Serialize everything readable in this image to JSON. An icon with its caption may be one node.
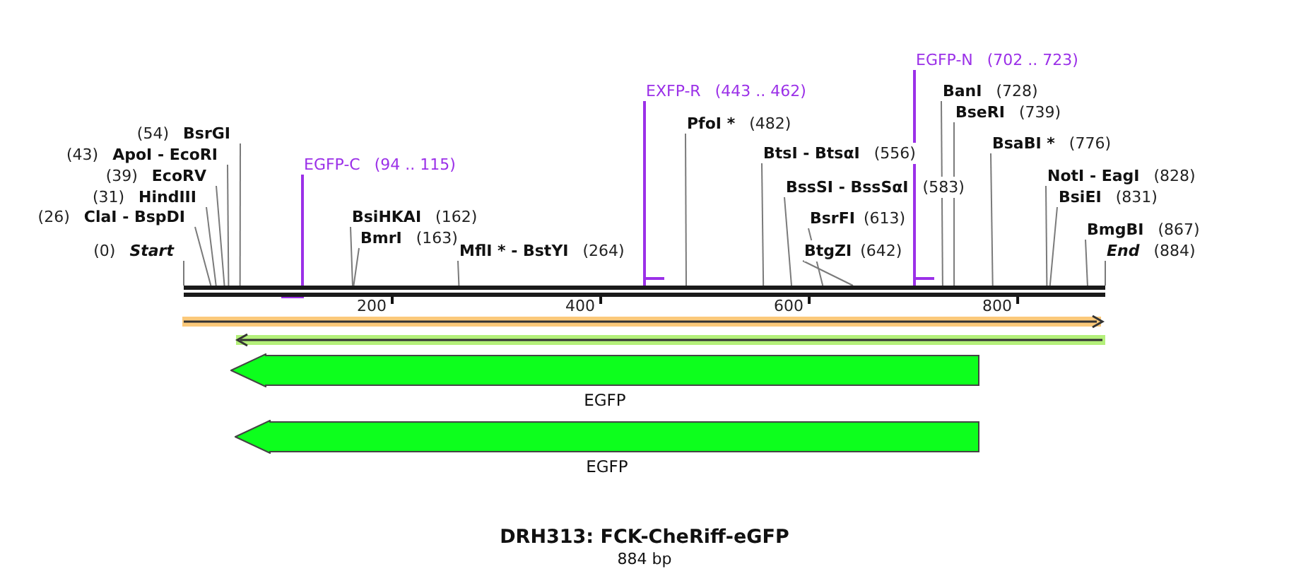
{
  "diagram": {
    "title": "DRH313: FCK-CheRiff-eGFP",
    "caption": "884 bp",
    "nodes": [
      {
        "text": [],
        "shape": "bar"
      },
      {
        "text": [
          "(0)",
          "Start"
        ]
      },
      {
        "text": [
          "(26)",
          "ClaI - BspDI"
        ]
      },
      {
        "text": [
          "(31)",
          "HindIII"
        ]
      },
      {
        "text": [
          "(39)",
          "EcoRV"
        ]
      },
      {
        "text": [
          "(43)",
          "ApoI - EcoRI"
        ]
      },
      {
        "text": [
          "(54)",
          "BsrGI"
        ]
      },
      {
        "text": [
          "EGFP-C",
          "(94 .. 115)"
        ]
      },
      {
        "text": [
          "BsiHKAI",
          "(162)"
        ]
      },
      {
        "text": [
          "BmrI",
          "(163)"
        ]
      },
      {
        "text": [
          "MflI * - BstYI",
          "(264)"
        ]
      },
      {
        "text": [
          "EXFP-R",
          "(443 .. 462)"
        ]
      },
      {
        "text": [
          "PfoI *",
          "(482)"
        ]
      },
      {
        "text": [
          "BtsI - BtsαI",
          "(556)"
        ]
      },
      {
        "text": [
          "BssSI - BssSαI",
          "(583)"
        ]
      },
      {
        "text": [
          "BsrFI",
          "(613)"
        ]
      },
      {
        "text": [
          "BtgZI",
          "(642)"
        ]
      },
      {
        "text": [
          "EGFP-N",
          "(702 .. 723)"
        ]
      },
      {
        "text": [
          "BanI",
          "(728)"
        ]
      },
      {
        "text": [
          "BseRI",
          "(739)"
        ]
      },
      {
        "text": [
          "BsaBI *",
          "(776)"
        ]
      },
      {
        "text": [
          "NotI - EagI",
          "(828)"
        ]
      },
      {
        "text": [
          "BsiEI",
          "(831)"
        ]
      },
      {
        "text": [
          "BmgBI",
          "(867)"
        ]
      },
      {
        "text": [
          "End",
          "(884)"
        ]
      },
      {
        "text": [
          "EGFP"
        ]
      },
      {
        "text": [
          "EGFP"
        ]
      }
    ],
    "edges": [
      {
        "from": 1,
        "to": 0,
        "arrow": "none"
      },
      {
        "from": 2,
        "to": 0,
        "arrow": "none"
      },
      {
        "from": 3,
        "to": 0,
        "arrow": "none"
      },
      {
        "from": 4,
        "to": 0,
        "arrow": "none"
      },
      {
        "from": 5,
        "to": 0,
        "arrow": "none"
      },
      {
        "from": 6,
        "to": 0,
        "arrow": "none"
      },
      {
        "from": 7,
        "to": 0,
        "arrow": "none",
        "color": "#9b30e8"
      },
      {
        "from": 8,
        "to": 0,
        "arrow": "none"
      },
      {
        "from": 9,
        "to": 0,
        "arrow": "none"
      },
      {
        "from": 10,
        "to": 0,
        "arrow": "none"
      },
      {
        "from": 11,
        "to": 0,
        "arrow": "none",
        "color": "#9b30e8"
      },
      {
        "from": 12,
        "to": 0,
        "arrow": "none"
      },
      {
        "from": 13,
        "to": 0,
        "arrow": "none"
      },
      {
        "from": 14,
        "to": 0,
        "arrow": "none"
      },
      {
        "from": 15,
        "to": 0,
        "arrow": "none"
      },
      {
        "from": 16,
        "to": 0,
        "arrow": "none"
      },
      {
        "from": 17,
        "to": 0,
        "arrow": "none",
        "color": "#9b30e8"
      },
      {
        "from": 18,
        "to": 0,
        "arrow": "none"
      },
      {
        "from": 19,
        "to": 0,
        "arrow": "none"
      },
      {
        "from": 20,
        "to": 0,
        "arrow": "none"
      },
      {
        "from": 21,
        "to": 0,
        "arrow": "none"
      },
      {
        "from": 22,
        "to": 0,
        "arrow": "none"
      },
      {
        "from": 23,
        "to": 0,
        "arrow": "none"
      },
      {
        "from": 24,
        "to": 0,
        "arrow": "none"
      }
    ],
    "labels": [
      "200",
      "400",
      "600",
      "800"
    ]
  }
}
